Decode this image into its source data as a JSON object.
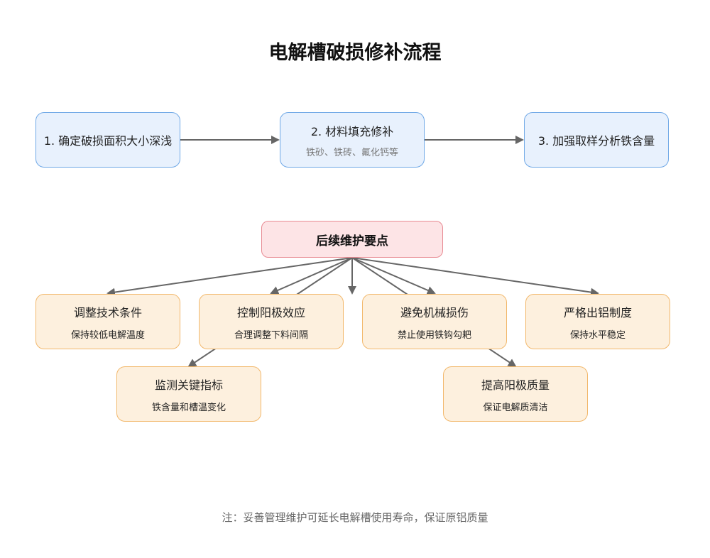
{
  "title": "电解槽破损修补流程",
  "steps": [
    {
      "label": "1. 确定破损面积大小深浅",
      "sub": ""
    },
    {
      "label": "2. 材料填充修补",
      "sub": "铁砂、铁砖、氟化钙等"
    },
    {
      "label": "3. 加强取样分析铁含量",
      "sub": ""
    }
  ],
  "center": {
    "label": "后续维护要点"
  },
  "tips": [
    {
      "label": "调整技术条件",
      "sub": "保持较低电解温度"
    },
    {
      "label": "控制阳极效应",
      "sub": "合理调整下料间隔"
    },
    {
      "label": "避免机械损伤",
      "sub": "禁止使用铁钩勾耙"
    },
    {
      "label": "严格出铝制度",
      "sub": "保持水平稳定"
    },
    {
      "label": "监测关键指标",
      "sub": "铁含量和槽温变化"
    },
    {
      "label": "提高阳极质量",
      "sub": "保证电解质清洁"
    }
  ],
  "note": "注：妥善管理维护可延长电解槽使用寿命，保证原铝质量",
  "colors": {
    "step_fill": "#e8f1fd",
    "step_border": "#6fa8e6",
    "center_fill": "#fde4e6",
    "center_border": "#e88b93",
    "tip_fill": "#fdf0de",
    "tip_border": "#f2b86c",
    "arrow": "#666666"
  }
}
